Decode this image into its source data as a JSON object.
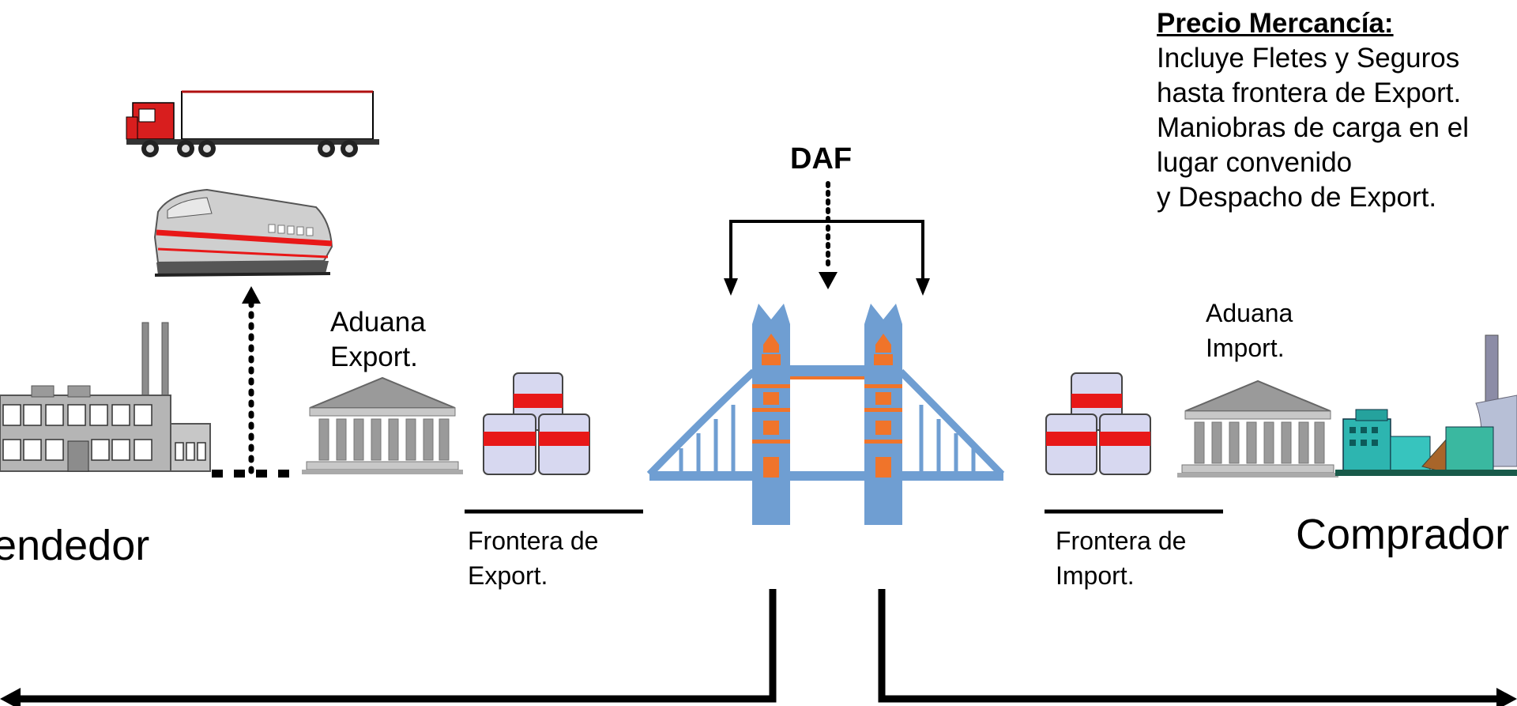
{
  "term": "DAF",
  "seller_label": "Vendedor",
  "buyer_label": "Comprador",
  "export_customs": {
    "line1": "Aduana",
    "line2": "Export."
  },
  "import_customs": {
    "line1": "Aduana",
    "line2": "Import."
  },
  "export_border": {
    "line1": "Frontera de",
    "line2": "Export."
  },
  "import_border": {
    "line1": "Frontera de",
    "line2": "Import."
  },
  "price_note": {
    "title": "Precio Mercancía:",
    "lines": [
      "Incluye Fletes y Seguros",
      "hasta frontera de Export.",
      "Maniobras de carga en el",
      "lugar convenido",
      "y Despacho de Export."
    ]
  },
  "colors": {
    "bridge_blue": "#6f9ed2",
    "bridge_orange": "#f0742a",
    "truck_red": "#d81e1e",
    "stripe_red": "#e81818",
    "can_fill": "#d7d8f0",
    "building_gray": "#9a9a9a",
    "plant_teal": "#2db5b0"
  },
  "icons": [
    "truck-icon",
    "train-icon",
    "factory-icon",
    "customs-building-icon",
    "cargo-cans-icon",
    "tower-bridge-icon",
    "industrial-plant-icon"
  ]
}
